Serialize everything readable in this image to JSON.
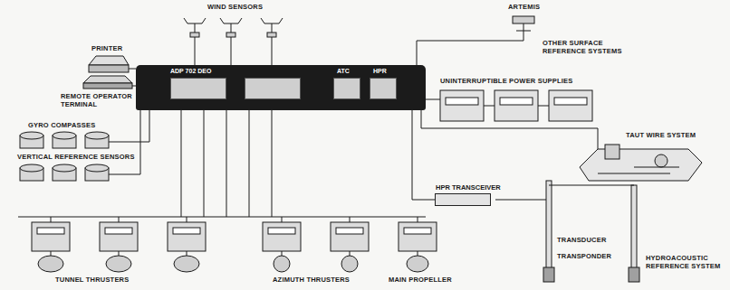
{
  "diagram": {
    "nodes": [
      {
        "text": [
          "ADP 702 DEO",
          "ATC",
          "HPR"
        ]
      },
      {
        "text": [
          "HPR TRANSCEIVER"
        ]
      }
    ],
    "edges": [
      {
        "from": 0,
        "to": 1,
        "arrow": "none"
      }
    ],
    "labels": [
      "WIND SENSORS",
      "ARTEMIS",
      "OTHER SURFACE REFERENCE SYSTEMS",
      "PRINTER",
      "REMOTE OPERATOR TERMINAL",
      "GYRO COMPASSES",
      "VERTICAL REFERENCE SENSORS",
      "UNINTERRUPTIBLE POWER SUPPLIES",
      "TAUT WIRE SYSTEM",
      "TUNNEL THRUSTERS",
      "AZIMUTH THRUSTERS",
      "MAIN PROPELLER",
      "TRANSDUCER",
      "TRANSPONDER",
      "HYDROACOUSTIC REFERENCE SYSTEM"
    ]
  }
}
